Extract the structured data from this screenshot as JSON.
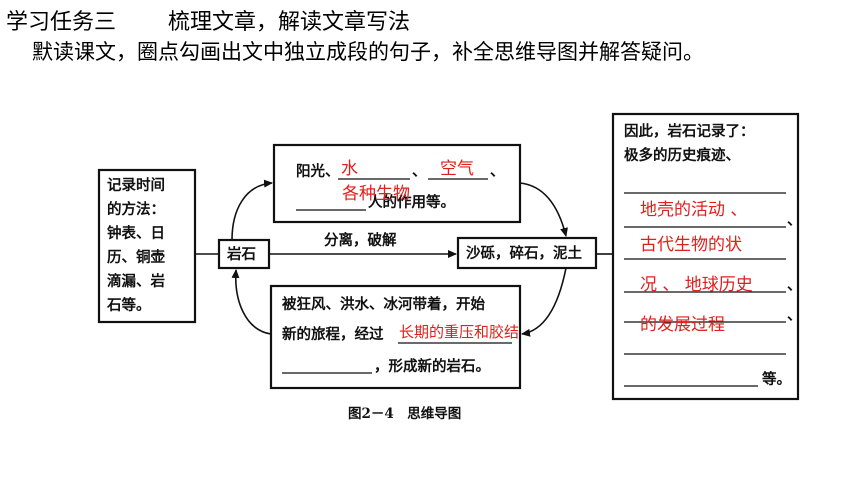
{
  "header": {
    "task_label": "学习任务三",
    "task_title": "梳理文章，解读文章写法",
    "instruction": "默读课文，圈点勾画出文中独立成段的句子，补全思维导图并解答疑问。"
  },
  "diagram": {
    "left_box": [
      "记录时间",
      "的方法：",
      "钟表、日",
      "历、铜壶",
      "滴漏、岩",
      "石等。"
    ],
    "rock": "岩石",
    "upper_box": {
      "start": "阳光、",
      "sep1": "、",
      "sep2": "、",
      "end": "人的作用等。",
      "answer1": "水",
      "answer2": "空气",
      "answer3": "各种生物"
    },
    "middle_label": "分离，破解",
    "sediment": "沙砾，碎石，泥土",
    "lower_box": {
      "line1": "被狂风、洪水、冰河带着，开始",
      "line2": "新的旅程，经过",
      "line3": "，形成新的岩石。",
      "answer": "长期的重压和胶结"
    },
    "right_box": {
      "line1": "因此，岩石记录了：",
      "line2": "极多的历史痕迹、",
      "sep1": "、",
      "sep2": "、",
      "sep3": "、",
      "end": "等。",
      "answer1": "地壳的活动 、",
      "answer2": "古代生物的状",
      "answer3": "况 、 地球历史",
      "answer4": "的发展过程"
    },
    "caption": "图2－4　思维导图"
  }
}
